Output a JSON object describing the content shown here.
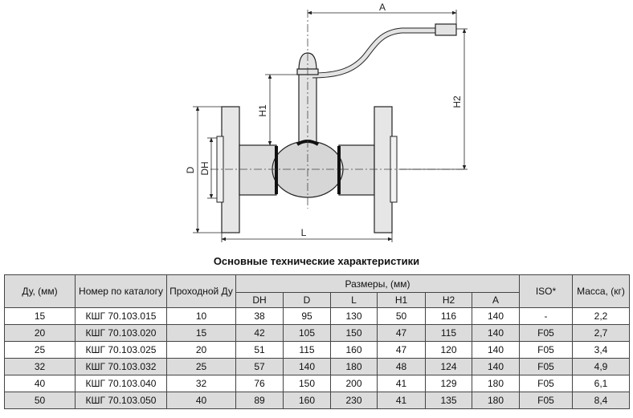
{
  "drawing": {
    "labels": {
      "A": "A",
      "H1": "H1",
      "H2": "H2",
      "D": "D",
      "DH": "DH",
      "L": "L"
    }
  },
  "table": {
    "title": "Основные технические характеристики",
    "headers": {
      "du": "Ду, (мм)",
      "catalog": "Номер по каталогу",
      "bore": "Проходной Ду",
      "dimensions": "Размеры, (мм)",
      "iso": "ISO*",
      "mass": "Масса, (кг)",
      "dims": [
        "DH",
        "D",
        "L",
        "H1",
        "H2",
        "A"
      ]
    },
    "rows": [
      [
        "15",
        "КШГ 70.103.015",
        "10",
        "38",
        "95",
        "130",
        "50",
        "116",
        "140",
        "-",
        "2,2"
      ],
      [
        "20",
        "КШГ 70.103.020",
        "15",
        "42",
        "105",
        "150",
        "47",
        "115",
        "140",
        "F05",
        "2,7"
      ],
      [
        "25",
        "КШГ 70.103.025",
        "20",
        "51",
        "115",
        "160",
        "47",
        "120",
        "140",
        "F05",
        "3,4"
      ],
      [
        "32",
        "КШГ 70.103.032",
        "25",
        "57",
        "140",
        "180",
        "48",
        "124",
        "140",
        "F05",
        "4,9"
      ],
      [
        "40",
        "КШГ 70.103.040",
        "32",
        "76",
        "150",
        "200",
        "41",
        "129",
        "180",
        "F05",
        "6,1"
      ],
      [
        "50",
        "КШГ 70.103.050",
        "40",
        "89",
        "160",
        "230",
        "41",
        "135",
        "180",
        "F05",
        "8,4"
      ]
    ]
  }
}
